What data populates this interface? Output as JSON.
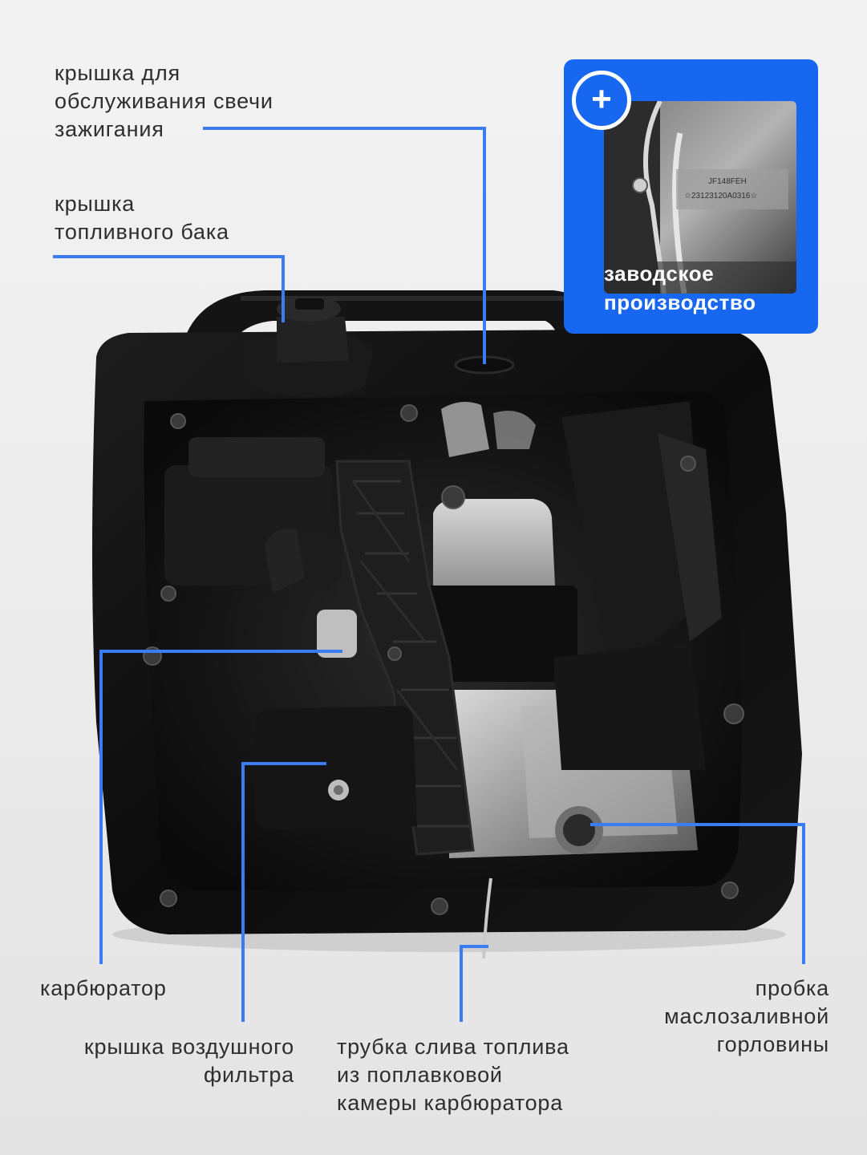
{
  "colors": {
    "accent": "#1767f0",
    "leader_line": "#3b7cf2",
    "text": "#2e2e2e",
    "body": "#111111"
  },
  "badge": {
    "icon": "plus-icon",
    "plus_symbol": "+",
    "title_line1": "заводское",
    "title_line2": "производство",
    "engine_marking_line1": "JF148FEH",
    "engine_marking_line2": "☆23123120A0316☆"
  },
  "labels": {
    "spark_plug_cover": {
      "line1": "крышка для",
      "line2": "обслуживания свечи",
      "line3": "зажигания"
    },
    "fuel_tank_cap": {
      "line1": "крышка",
      "line2": "топливного бака"
    },
    "carburetor": {
      "line1": "карбюратор"
    },
    "air_filter_cover": {
      "line1": "крышка воздушного",
      "line2": "фильтра"
    },
    "fuel_drain_tube": {
      "line1": "трубка слива топлива",
      "line2": "из поплавковой",
      "line3": "камеры карбюратора"
    },
    "oil_filler_plug": {
      "line1": "пробка",
      "line2": "маслозаливной",
      "line3": "горловины"
    }
  }
}
